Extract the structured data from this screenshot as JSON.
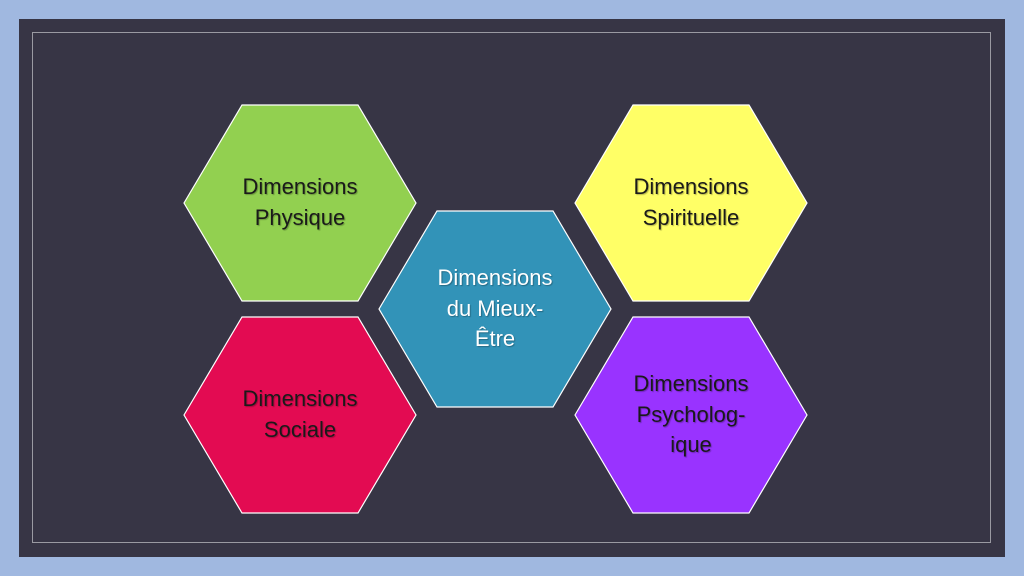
{
  "colors": {
    "page_border": "#a0b8e0",
    "slide_background": "#373545",
    "frame_line": "#9a9aa2",
    "hex_outline": "#ffffff"
  },
  "hexagons": [
    {
      "id": "physique",
      "lines": [
        "Dimensions",
        "Physique"
      ],
      "fill": "#92d050",
      "text_color": "#1a1a1a"
    },
    {
      "id": "spirituelle",
      "lines": [
        "Dimensions",
        "Spirituelle"
      ],
      "fill": "#ffff66",
      "text_color": "#1a1a1a"
    },
    {
      "id": "mieux-etre",
      "lines": [
        "Dimensions",
        "du Mieux-",
        "Être"
      ],
      "fill": "#3293b8",
      "text_color": "#ffffff"
    },
    {
      "id": "sociale",
      "lines": [
        "Dimensions",
        "Sociale"
      ],
      "fill": "#e30b52",
      "text_color": "#1a1a1a"
    },
    {
      "id": "psychologique",
      "lines": [
        "Dimensions",
        "Psycholog-",
        "ique"
      ],
      "fill": "#9933ff",
      "text_color": "#1a1a1a"
    }
  ]
}
